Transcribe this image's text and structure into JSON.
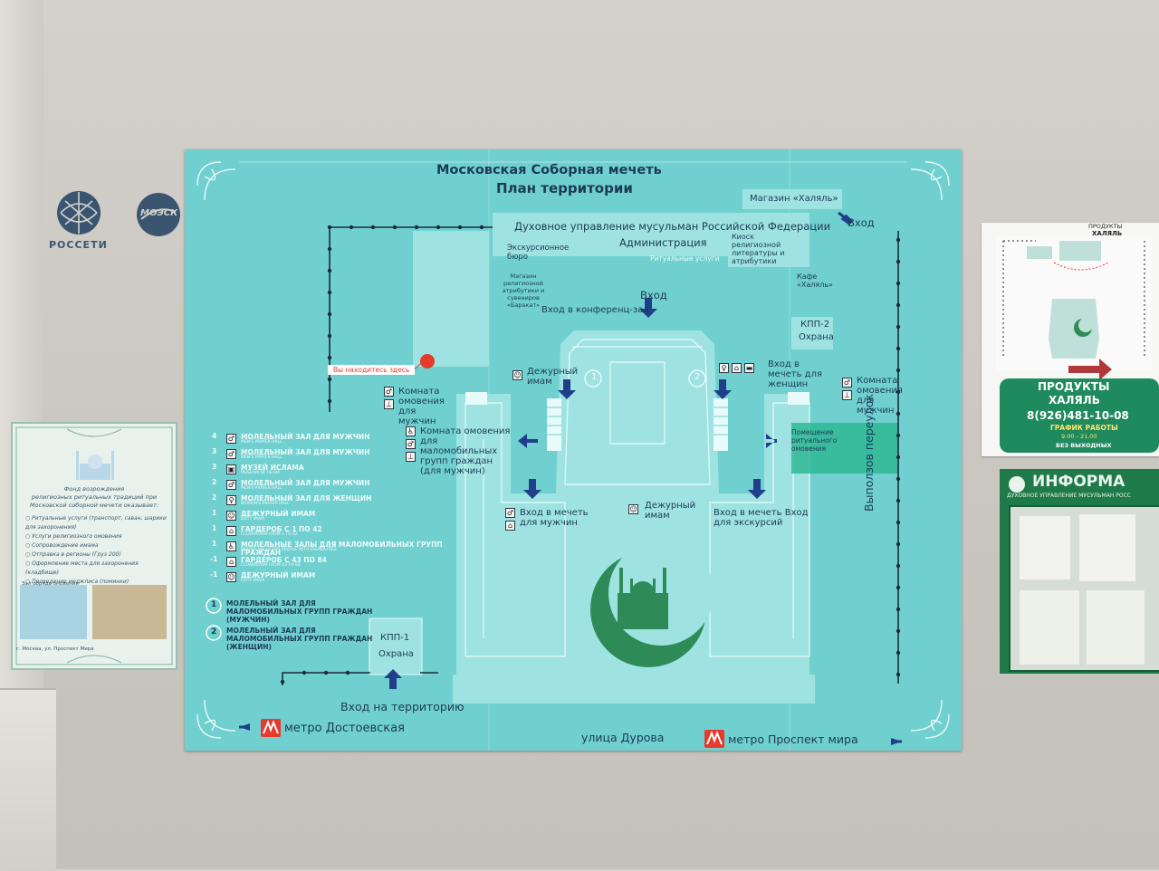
{
  "logos": {
    "rosseti": "РОССЕТИ",
    "moesk": "МОЭСК"
  },
  "left_poster": {
    "intro": [
      "Фонд возрождения",
      "религиозных ритуальных традиций при",
      "Московской соборной мечети оказывает:"
    ],
    "items": [
      "Ритуальные услуги (транспорт, саван, шарики для захоронения)",
      "Услуги религиозного омовения",
      "Сопровождение имама",
      "Отправка в регионы (Груз 200)",
      "Оформление места для захоронения (кладбище)",
      "Проведение меджлиса (поминки)"
    ],
    "photo_caption": "Зал обряда омовения",
    "footer": "г. Москва, ул. Проспект Мира"
  },
  "map": {
    "title": "Московская Соборная мечеть",
    "subtitle": "План территории",
    "you_are_here": "Вы находитесь здесь",
    "labels": {
      "shop_halal": "Магазин «Халяль»",
      "entrance_top": "Вход",
      "dum": "Духовное управление мусульман Российской Федерации",
      "admin": "Администрация",
      "excursion": "Экскурсионное бюро",
      "ritual": "Ритуальные услуги",
      "kiosk": "Киоск религиозной литературы и атрибутики",
      "shop_souvenir": "Магазин религиозной атрибутики и сувениров «Баракат»",
      "cafe": "Кафе «Халяль»",
      "entrance_main": "Вход",
      "entrance_conf": "Вход в конференц-зал",
      "kpp2": "КПП-2",
      "kpp2_guard": "Охрана",
      "imam_duty": "Дежурный имам",
      "entrance_women": "Вход в мечеть для женщин",
      "wash_right": "Комната омовения для мужчин",
      "wash_left": "Комната омовения для мужчин",
      "wash_disabled": "Комната омовения для маломобильных групп граждан (для мужчин)",
      "ritual_wash_room": "Помещение ритуального омовения",
      "entrance_men": "Вход в мечеть для мужчин",
      "imam_duty_center": "Дежурный имам",
      "entrance_excursion": "Вход в мечеть Вход для экскурсий",
      "kpp1": "КПП-1",
      "kpp1_guard": "Охрана",
      "entrance_territory": "Вход на территорию",
      "metro_dost": "метро Достоевская",
      "street_durova": "улица Дурова",
      "metro_prospekt": "метро Проспект мира",
      "vypolzov": "Выползов переулок",
      "circle1": "1",
      "circle2": "2"
    },
    "legend": [
      {
        "floor": "4",
        "text": "МОЛЕЛЬНЫЙ ЗАЛ ДЛЯ МУЖЧИН",
        "sub": "MEN'S PRAYER HALL"
      },
      {
        "floor": "3",
        "text": "МОЛЕЛЬНЫЙ ЗАЛ ДЛЯ МУЖЧИН",
        "sub": "MEN'S PRAYER HALL"
      },
      {
        "floor": "3",
        "text": "МУЗЕЙ ИСЛАМА",
        "sub": "MUSEUM OF ISLAM"
      },
      {
        "floor": "2",
        "text": "МОЛЕЛЬНЫЙ ЗАЛ ДЛЯ МУЖЧИН",
        "sub": "MEN'S PRAYER HALL"
      },
      {
        "floor": "2",
        "text": "МОЛЕЛЬНЫЙ ЗАЛ ДЛЯ ЖЕНЩИН",
        "sub": "WOMEN'S PRAYER HALL"
      },
      {
        "floor": "1",
        "text": "ДЕЖУРНЫЙ ИМАМ",
        "sub": "DUTY IMAM"
      },
      {
        "floor": "1",
        "text": "ГАРДЕРОБ С 1 ПО 42",
        "sub": "CLOAKROOM FROM 1 TO 42"
      },
      {
        "floor": "1",
        "text": "МОЛЕЛЬНЫЕ ЗАЛЫ ДЛЯ МАЛОМОБИЛЬНЫХ ГРУПП ГРАЖДАН",
        "sub": "PRAYER HALLS FOR PEOPLE WITH DISABILITIES"
      },
      {
        "floor": "-1",
        "text": "ГАРДЕРОБ С 43 ПО 84",
        "sub": "CLOAKROOM FROM 43 TO 84"
      },
      {
        "floor": "-1",
        "text": "ДЕЖУРНЫЙ ИМАМ",
        "sub": "DUTY IMAM"
      }
    ],
    "legend_numbered": [
      {
        "num": "1",
        "text": "МОЛЕЛЬНЫЙ ЗАЛ ДЛЯ МАЛОМОБИЛЬНЫХ ГРУПП ГРАЖДАН (МУЖЧИН)"
      },
      {
        "num": "2",
        "text": "МОЛЕЛЬНЫЙ ЗАЛ ДЛЯ МАЛОМОБИЛЬНЫХ ГРУПП ГРАЖДАН (ЖЕНЩИН)"
      }
    ]
  },
  "right_sign": {
    "top_label": "ПРОДУКТЫ",
    "top_label2": "ХАЛЯЛЬ",
    "title": "ПРОДУКТЫ",
    "title2": "ХАЛЯЛЬ",
    "phone": "8(926)481-10-08",
    "hours_title": "ГРАФИК РАБОТЫ",
    "hours": "9.00 - 21.00",
    "days": "БЕЗ ВЫХОДНЫХ"
  },
  "info_board": {
    "title": "ИНФОРМА",
    "subtitle": "ДУХОВНОЕ УПРАВЛЕНИЕ МУСУЛЬМАН РОСС"
  },
  "colors": {
    "board": "#6fd0cf",
    "board_light": "#9ee3e2",
    "ink": "#1d3a55",
    "arrow": "#1f3f8a",
    "green": "#2e8b57",
    "red": "#e53a2c",
    "wall": "#cfccc6"
  }
}
